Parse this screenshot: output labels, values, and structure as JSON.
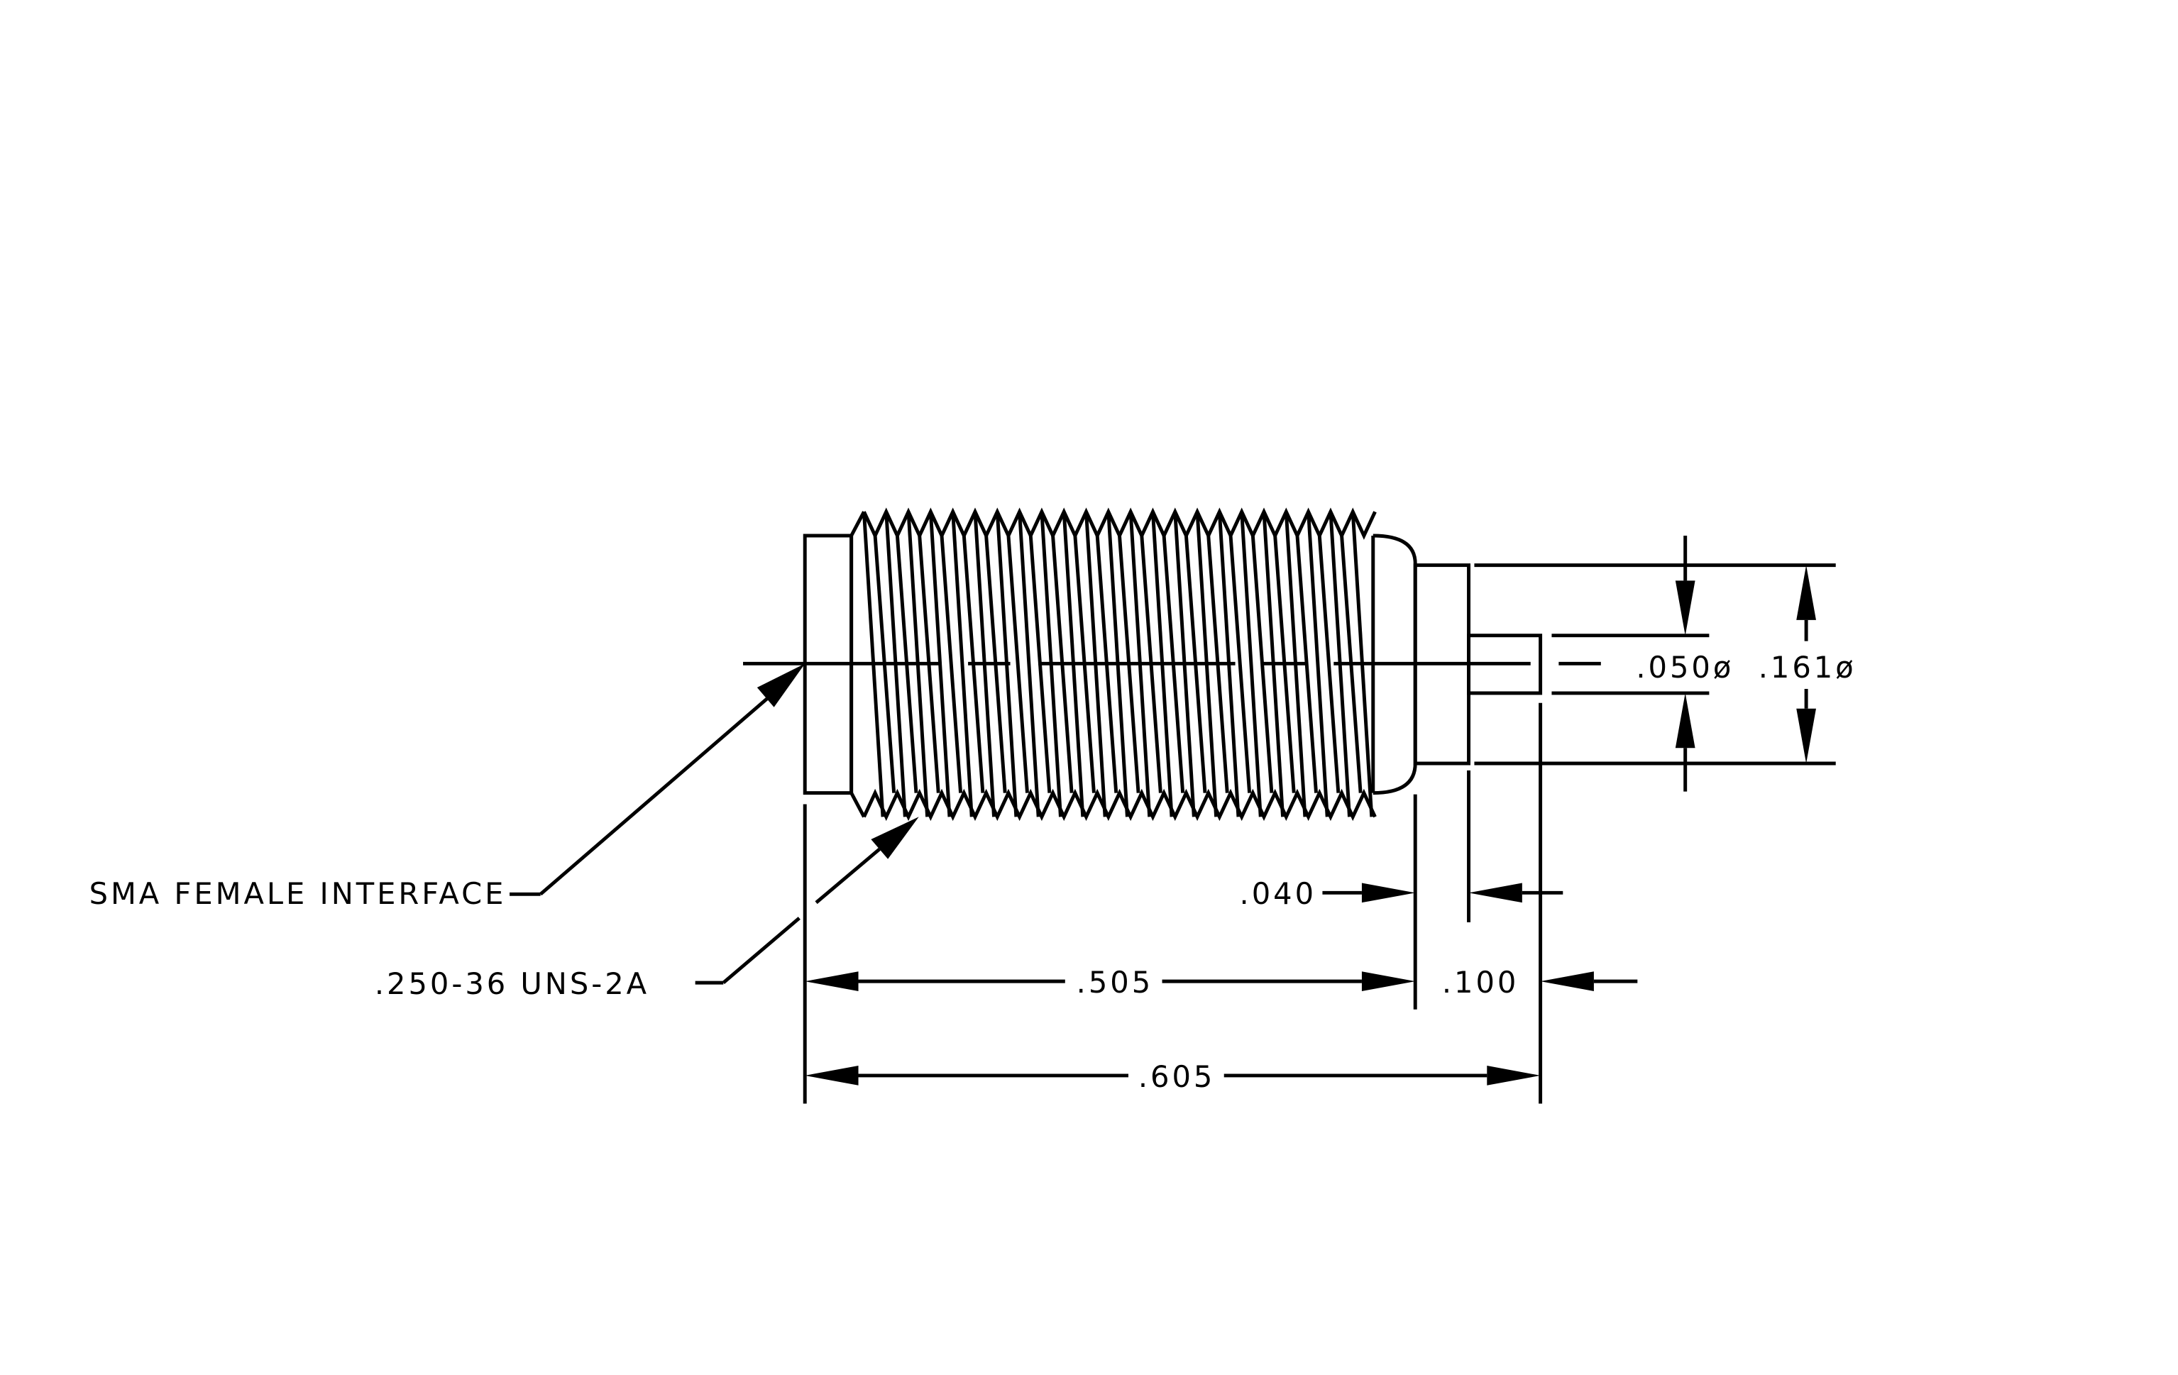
{
  "drawing": {
    "type": "engineering-drawing",
    "subject": "SMA connector thread profile",
    "callouts": {
      "interface": "SMA FEMALE INTERFACE",
      "thread": ".250-36 UNS-2A"
    },
    "dimensions": {
      "pin_diameter": ".050ø",
      "body_diameter": ".161ø",
      "flange_length": ".040",
      "thread_length": ".505",
      "pin_length": ".100",
      "overall_length": ".605"
    }
  }
}
